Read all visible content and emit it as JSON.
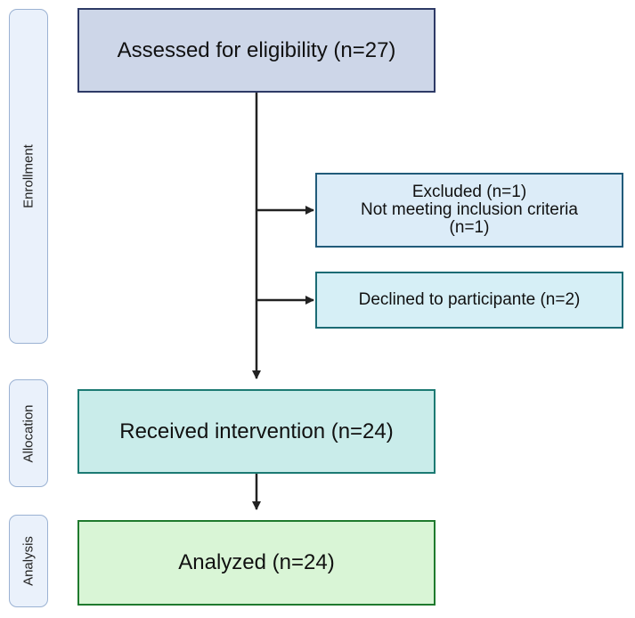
{
  "stages": {
    "enrollment": "Enrollment",
    "allocation": "Allocation",
    "analysis": "Analysis"
  },
  "boxes": {
    "assessed": "Assessed for eligibility (n=27)",
    "excluded": {
      "line1": "Excluded (n=1)",
      "line2": "Not meeting inclusion criteria",
      "line3": "(n=1)"
    },
    "declined": "Declined to participante (n=2)",
    "received": "Received intervention (n=24)",
    "analyzed": "Analyzed (n=24)"
  }
}
